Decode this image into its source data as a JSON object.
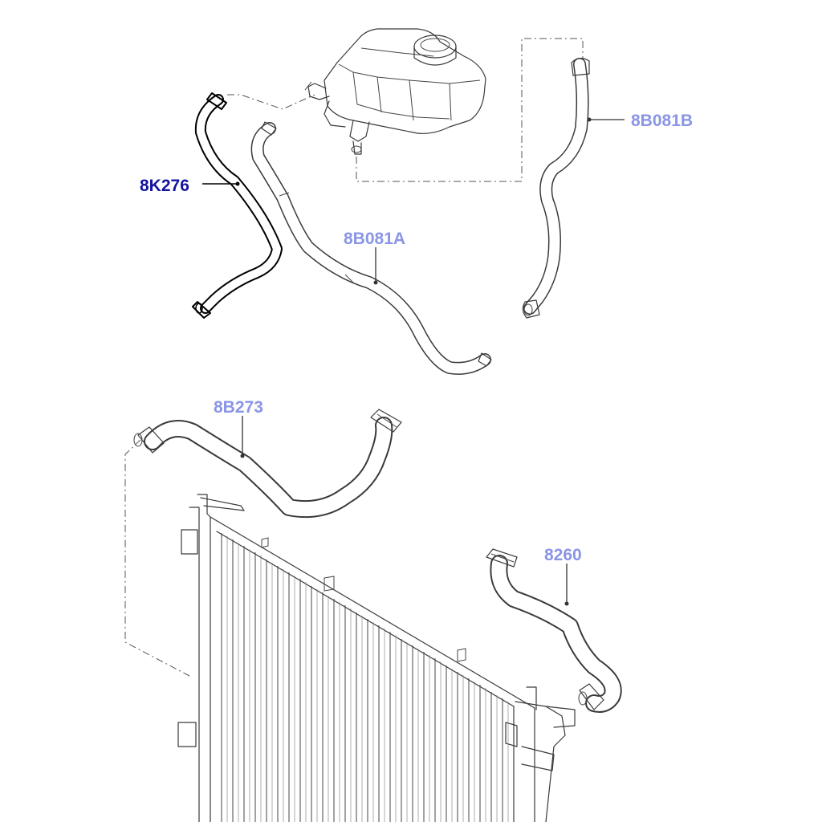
{
  "parts": [
    {
      "id": "8K276",
      "label": "8K276",
      "color": "#1414a0",
      "highlighted": true
    },
    {
      "id": "8B081A",
      "label": "8B081A",
      "color": "#8a95e6",
      "highlighted": false
    },
    {
      "id": "8B081B",
      "label": "8B081B",
      "color": "#8a95e6",
      "highlighted": false
    },
    {
      "id": "8B273",
      "label": "8B273",
      "color": "#8a95e6",
      "highlighted": false
    },
    {
      "id": "8260",
      "label": "8260",
      "color": "#8a95e6",
      "highlighted": false
    }
  ],
  "components": {
    "expansion_tank": "coolant-expansion-tank",
    "radiator": "radiator-core"
  }
}
